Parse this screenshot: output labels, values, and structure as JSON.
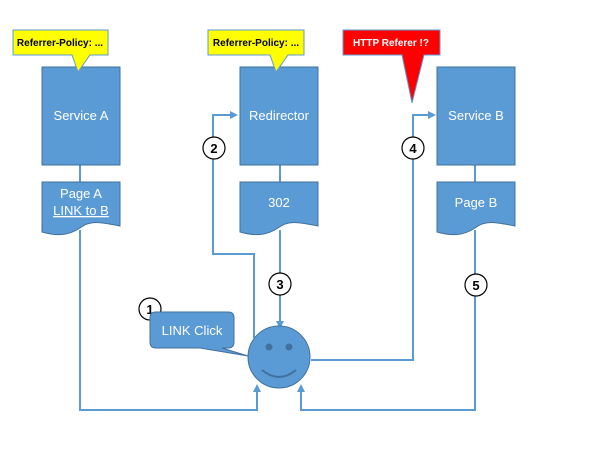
{
  "colors": {
    "box_fill": "#5b9bd5",
    "box_stroke": "#41719c",
    "line": "#5b9bd5",
    "callout_yellow": "#ffff00",
    "callout_red": "#ff0000",
    "step_fill": "#ffffff",
    "step_stroke": "#000000"
  },
  "services": {
    "a": "Service A",
    "redirector": "Redirector",
    "b": "Service B"
  },
  "documents": {
    "page_a_title": "Page A",
    "page_a_link": "LINK to B",
    "redirect_status": "302",
    "page_b_title": "Page B"
  },
  "callouts": {
    "policy_a": "Referrer-Policy: ...",
    "policy_redirector": "Referrer-Policy: ...",
    "http_referer": "HTTP Referer !?"
  },
  "steps": [
    "1",
    "2",
    "3",
    "4",
    "5"
  ],
  "bubble": {
    "link_click": "LINK Click"
  }
}
